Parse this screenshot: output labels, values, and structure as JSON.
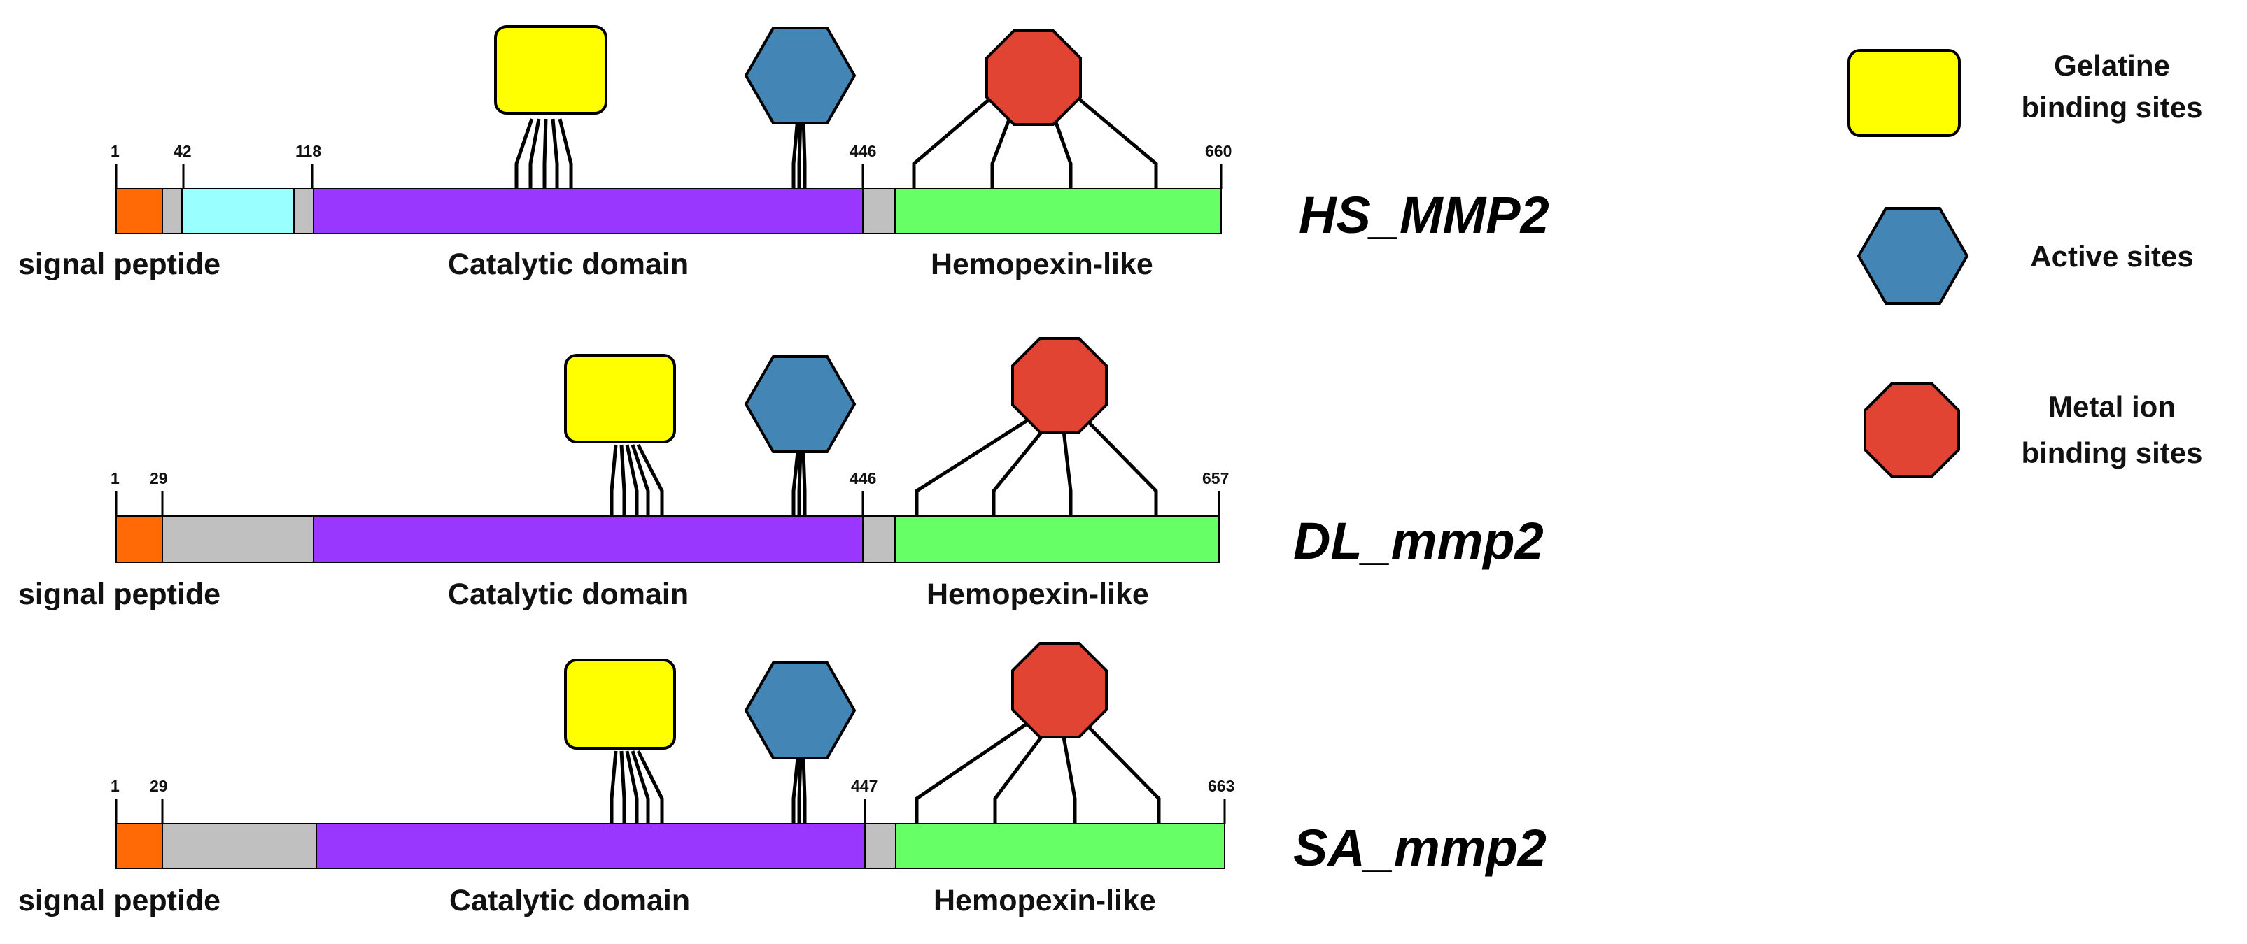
{
  "colors": {
    "signal_peptide": "#FF6A06",
    "linker": "#C0C0C0",
    "propeptide": "#99FFFF",
    "catalytic": "#9A37FF",
    "hemopexin": "#66FF66",
    "gelatine": "#FFFF00",
    "active": "#4385B5",
    "metal": "#E24433",
    "outline": "#000000"
  },
  "legend": [
    {
      "shape": "square",
      "icon": "gelatine-binding-square-icon",
      "lines": [
        "Gelatine",
        "binding sites"
      ]
    },
    {
      "shape": "hexagon",
      "icon": "active-site-hexagon-icon",
      "lines": [
        "Active sites"
      ]
    },
    {
      "shape": "octagon",
      "icon": "metal-ion-octagon-icon",
      "lines": [
        "Metal ion",
        "binding sites"
      ]
    }
  ],
  "proteins": [
    {
      "name": "HS_MMP2",
      "positions": [
        "1",
        "42",
        "118",
        "446",
        "660"
      ],
      "labels": {
        "signal": "signal peptide",
        "catalytic": "Catalytic domain",
        "hemopexin": "Hemopexin-like"
      },
      "segments": [
        {
          "type": "signal_peptide",
          "start": 0,
          "end": 42
        },
        {
          "type": "linker",
          "start": 42,
          "end": 51
        },
        {
          "type": "propeptide",
          "start": 51,
          "end": 108
        },
        {
          "type": "linker",
          "start": 108,
          "end": 118
        },
        {
          "type": "catalytic",
          "start": 118,
          "end": 446
        },
        {
          "type": "linker",
          "start": 446,
          "end": 466
        },
        {
          "type": "hemopexin",
          "start": 466,
          "end": 660
        }
      ]
    },
    {
      "name": "DL_mmp2",
      "positions": [
        "1",
        "29",
        "446",
        "657"
      ],
      "labels": {
        "signal": "signal peptide",
        "catalytic": "Catalytic domain",
        "hemopexin": "Hemopexin-like"
      },
      "segments": [
        {
          "type": "signal_peptide",
          "start": 0,
          "end": 29
        },
        {
          "type": "linker",
          "start": 29,
          "end": 121
        },
        {
          "type": "catalytic",
          "start": 121,
          "end": 446
        },
        {
          "type": "linker",
          "start": 446,
          "end": 466
        },
        {
          "type": "hemopexin",
          "start": 466,
          "end": 657
        }
      ]
    },
    {
      "name": "SA_mmp2",
      "positions": [
        "1",
        "29",
        "447",
        "663"
      ],
      "labels": {
        "signal": "signal peptide",
        "catalytic": "Catalytic domain",
        "hemopexin": "Hemopexin-like"
      },
      "segments": [
        {
          "type": "signal_peptide",
          "start": 0,
          "end": 29
        },
        {
          "type": "linker",
          "start": 29,
          "end": 121
        },
        {
          "type": "catalytic",
          "start": 121,
          "end": 447
        },
        {
          "type": "linker",
          "start": 447,
          "end": 468
        },
        {
          "type": "hemopexin",
          "start": 468,
          "end": 663
        }
      ]
    }
  ]
}
